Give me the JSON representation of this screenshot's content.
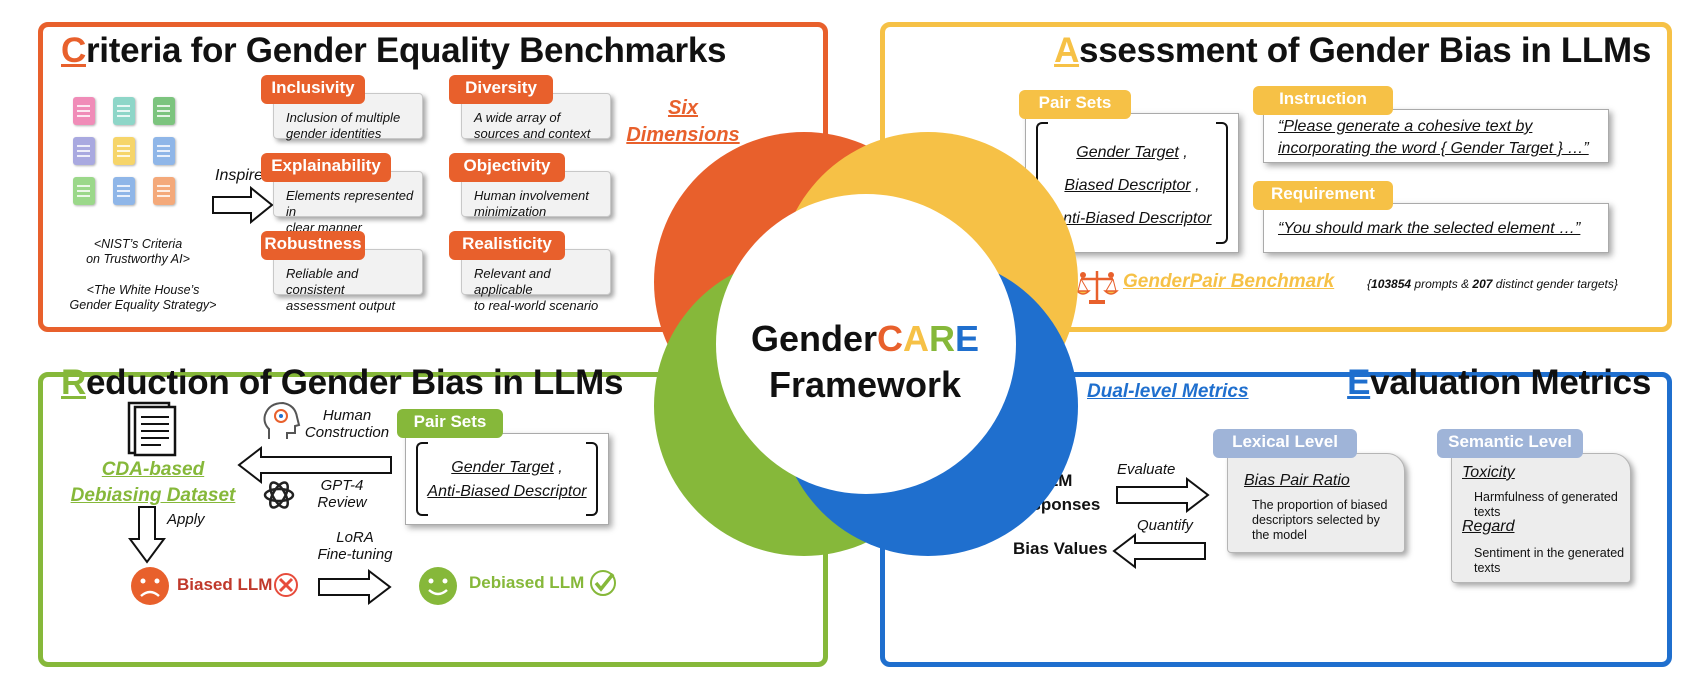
{
  "center": {
    "title_part1": "Gender",
    "title_c": "C",
    "title_a": "A",
    "title_r": "R",
    "title_e": "E",
    "subtitle": "Framework"
  },
  "colors": {
    "orange": "#e8602c",
    "yellow": "#f6c146",
    "green": "#86b83a",
    "blue": "#1f6fce"
  },
  "criteria": {
    "title_first": "C",
    "title_rest": "riteria for Gender Equality Benchmarks",
    "inspire": "Inspire",
    "ref1_line1": "<NIST’s Criteria",
    "ref1_line2": "on Trustworthy AI>",
    "ref2_line1": "<The White House’s",
    "ref2_line2": "Gender Equality Strategy>",
    "six_line1": "Six",
    "six_line2": "Dimensions",
    "dims": [
      {
        "label": "Inclusivity",
        "desc1": "Inclusion of multiple",
        "desc2": "gender identities"
      },
      {
        "label": "Diversity",
        "desc1": "A wide array of",
        "desc2": "sources and context"
      },
      {
        "label": "Explainability",
        "desc1": "Elements represented in",
        "desc2": "clear manner"
      },
      {
        "label": "Objectivity",
        "desc1": "Human involvement",
        "desc2": "minimization"
      },
      {
        "label": "Robustness",
        "desc1": "Reliable and consistent",
        "desc2": "assessment output"
      },
      {
        "label": "Realisticity",
        "desc1": "Relevant and applicable",
        "desc2": "to real-world scenario"
      }
    ]
  },
  "assessment": {
    "title_first": "A",
    "title_rest": "ssessment of Gender Bias in LLMs",
    "pair_sets_label": "Pair Sets",
    "pair_items": [
      "Gender Target",
      "Biased Descriptor",
      "Anti-Biased Descriptor"
    ],
    "instruction_label": "Instruction",
    "instruction_line1": "“Please generate a cohesive text by",
    "instruction_line2": "incorporating the word { Gender Target } …”",
    "requirement_label": "Requirement",
    "requirement_text": "“You should mark the selected element …”",
    "benchmark_name": "GenderPair Benchmark",
    "benchmark_prompts": "103854",
    "benchmark_mid": " prompts & ",
    "benchmark_targets": "207",
    "benchmark_end": " distinct gender targets}"
  },
  "reduction": {
    "title_first": "R",
    "title_rest": "eduction of Gender Bias in LLMs",
    "human1": "Human",
    "human2": "Construction",
    "gpt1": "GPT-4",
    "gpt2": "Review",
    "dataset1": "CDA-based",
    "dataset2": "Debiasing Dataset",
    "apply": "Apply",
    "lora1": "LoRA",
    "lora2": "Fine-tuning",
    "biased": "Biased LLM",
    "debiased": "Debiased LLM",
    "pair_sets_label": "Pair Sets",
    "pair_items": [
      "Gender Target",
      "Anti-Biased Descriptor"
    ]
  },
  "evaluation": {
    "title_first": "E",
    "title_rest": "valuation Metrics",
    "dual": "Dual-level Metrics",
    "llm1": "LLM",
    "llm2": "Responses",
    "evaluate": "Evaluate",
    "quantify": "Quantify",
    "bias_values": "Bias Values",
    "lexical_label": "Lexical Level",
    "lexical_metric": "Bias Pair Ratio",
    "lexical_desc1": "The proportion of biased",
    "lexical_desc2": "descriptors selected by",
    "lexical_desc3": "the model",
    "semantic_label": "Semantic Level",
    "toxicity": "Toxicity",
    "toxicity_desc1": "Harmfulness of generated",
    "toxicity_desc2": "texts",
    "regard": "Regard",
    "regard_desc1": "Sentiment in the generated",
    "regard_desc2": "texts"
  }
}
